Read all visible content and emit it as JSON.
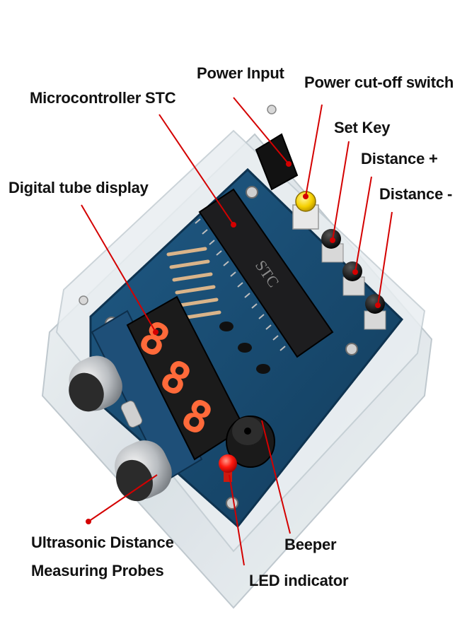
{
  "labels": {
    "power_input": "Power Input",
    "power_switch": "Power cut-off switch",
    "microcontroller": "Microcontroller STC",
    "set_key": "Set Key",
    "distance_plus": "Distance +",
    "distance_minus": "Distance -",
    "digital_display": "Digital tube display",
    "ultrasonic_line1": "Ultrasonic Distance",
    "ultrasonic_line2": "Measuring Probes",
    "beeper": "Beeper",
    "led_indicator": "LED indicator"
  },
  "chip": {
    "brand": "STC"
  },
  "display": {
    "digits": [
      "8",
      "8",
      "8"
    ]
  },
  "colors": {
    "leader_line": "#d40000",
    "pcb": "#17476b",
    "pcb_edge": "#0e3350",
    "acrylic": "#dfe6ea",
    "segment_on": "#ff6a3a",
    "chip": "#1d1d1f",
    "label_text": "#111111"
  }
}
